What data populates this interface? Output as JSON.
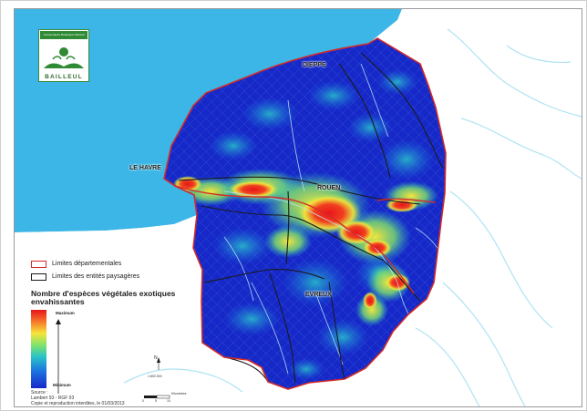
{
  "logo": {
    "top_text": "Conservatoire Botanique National",
    "name": "BAILLEUL"
  },
  "cities": {
    "dieppe": "DIEPPE",
    "le_havre": "LE HAVRE",
    "rouen": "ROUEN",
    "evreux": "EVREUX"
  },
  "legend": {
    "department_limits": "Limites départementales",
    "landscape_limits": "Limites des entités paysagères",
    "title": "Nombre d'espèces végétales exotiques envahissantes",
    "maximum": "Maximum",
    "minimum": "Minimum",
    "department_color": "#d42a2a",
    "landscape_color": "#1a1a1a"
  },
  "source": {
    "label": "Source :",
    "projection": "Lambert 93 - RGF 93",
    "copyright": "Copie et reproduction interdites, le 01/03/2013"
  },
  "scale": {
    "ratio": "1:800 000",
    "unit": "Kilomètres",
    "ticks": [
      "0",
      "5",
      "10"
    ]
  },
  "north_arrow": "N",
  "colors": {
    "sea": "#3bb6e6",
    "low": "#1629c8",
    "mid": "#29c3c8",
    "high": "#e8141b",
    "rivers": "#aee3f2"
  }
}
